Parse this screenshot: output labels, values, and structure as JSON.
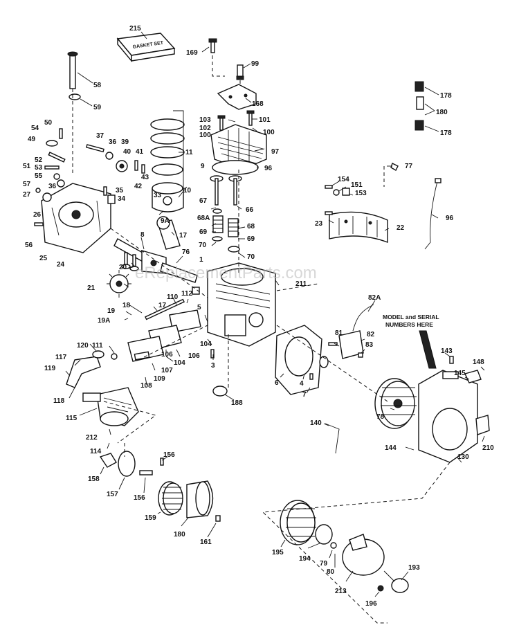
{
  "watermark": "eReplacementParts.com",
  "model_note_line1": "MODEL and SERIAL",
  "model_note_line2": "NUMBERS HERE",
  "gasket_box_text": "GASKET SET",
  "callouts": [
    {
      "id": "215",
      "text": "215"
    },
    {
      "id": "169",
      "text": "169"
    },
    {
      "id": "99",
      "text": "99"
    },
    {
      "id": "58",
      "text": "58"
    },
    {
      "id": "59",
      "text": "59"
    },
    {
      "id": "168",
      "text": "168"
    },
    {
      "id": "178a",
      "text": "178"
    },
    {
      "id": "180",
      "text": "180"
    },
    {
      "id": "178b",
      "text": "178"
    },
    {
      "id": "103",
      "text": "103"
    },
    {
      "id": "101",
      "text": "101"
    },
    {
      "id": "102",
      "text": "102"
    },
    {
      "id": "100a",
      "text": "100"
    },
    {
      "id": "100b",
      "text": "100"
    },
    {
      "id": "50",
      "text": "50"
    },
    {
      "id": "54",
      "text": "54"
    },
    {
      "id": "49",
      "text": "49"
    },
    {
      "id": "37",
      "text": "37"
    },
    {
      "id": "11",
      "text": "11"
    },
    {
      "id": "97",
      "text": "97"
    },
    {
      "id": "36a",
      "text": "36"
    },
    {
      "id": "39",
      "text": "39"
    },
    {
      "id": "40",
      "text": "40"
    },
    {
      "id": "41",
      "text": "41"
    },
    {
      "id": "52",
      "text": "52"
    },
    {
      "id": "51",
      "text": "51"
    },
    {
      "id": "53",
      "text": "53"
    },
    {
      "id": "55",
      "text": "55"
    },
    {
      "id": "43",
      "text": "43"
    },
    {
      "id": "9",
      "text": "9"
    },
    {
      "id": "96a",
      "text": "96"
    },
    {
      "id": "77",
      "text": "77"
    },
    {
      "id": "42",
      "text": "42"
    },
    {
      "id": "57",
      "text": "57"
    },
    {
      "id": "36b",
      "text": "36"
    },
    {
      "id": "35",
      "text": "35"
    },
    {
      "id": "10",
      "text": "10"
    },
    {
      "id": "154",
      "text": "154"
    },
    {
      "id": "151",
      "text": "151"
    },
    {
      "id": "153",
      "text": "153"
    },
    {
      "id": "27",
      "text": "27"
    },
    {
      "id": "26",
      "text": "26"
    },
    {
      "id": "34",
      "text": "34"
    },
    {
      "id": "33",
      "text": "33"
    },
    {
      "id": "67",
      "text": "67"
    },
    {
      "id": "66",
      "text": "66"
    },
    {
      "id": "96b",
      "text": "96"
    },
    {
      "id": "9A",
      "text": "9A"
    },
    {
      "id": "68A",
      "text": "68A"
    },
    {
      "id": "23",
      "text": "23"
    },
    {
      "id": "22",
      "text": "22"
    },
    {
      "id": "17a",
      "text": "17"
    },
    {
      "id": "69a",
      "text": "69"
    },
    {
      "id": "68",
      "text": "68"
    },
    {
      "id": "56",
      "text": "56"
    },
    {
      "id": "25",
      "text": "25"
    },
    {
      "id": "8",
      "text": "8"
    },
    {
      "id": "69b",
      "text": "69"
    },
    {
      "id": "24",
      "text": "24"
    },
    {
      "id": "70a",
      "text": "70"
    },
    {
      "id": "76",
      "text": "76"
    },
    {
      "id": "70b",
      "text": "70"
    },
    {
      "id": "1",
      "text": "1"
    },
    {
      "id": "20",
      "text": "20"
    },
    {
      "id": "211",
      "text": "211"
    },
    {
      "id": "21",
      "text": "21"
    },
    {
      "id": "112",
      "text": "112"
    },
    {
      "id": "110",
      "text": "110"
    },
    {
      "id": "18",
      "text": "18"
    },
    {
      "id": "17b",
      "text": "17"
    },
    {
      "id": "5",
      "text": "5"
    },
    {
      "id": "82A",
      "text": "82A"
    },
    {
      "id": "19",
      "text": "19"
    },
    {
      "id": "19A",
      "text": "19A"
    },
    {
      "id": "81",
      "text": "81"
    },
    {
      "id": "82",
      "text": "82"
    },
    {
      "id": "120",
      "text": "120"
    },
    {
      "id": "111",
      "text": "111"
    },
    {
      "id": "104a",
      "text": "104"
    },
    {
      "id": "83",
      "text": "83"
    },
    {
      "id": "143",
      "text": "143"
    },
    {
      "id": "117",
      "text": "117"
    },
    {
      "id": "106a",
      "text": "106"
    },
    {
      "id": "104b",
      "text": "104"
    },
    {
      "id": "106b",
      "text": "106"
    },
    {
      "id": "148",
      "text": "148"
    },
    {
      "id": "145",
      "text": "145"
    },
    {
      "id": "119",
      "text": "119"
    },
    {
      "id": "107",
      "text": "107"
    },
    {
      "id": "3",
      "text": "3"
    },
    {
      "id": "109",
      "text": "109"
    },
    {
      "id": "6",
      "text": "6"
    },
    {
      "id": "4",
      "text": "4"
    },
    {
      "id": "108",
      "text": "108"
    },
    {
      "id": "7",
      "text": "7"
    },
    {
      "id": "118",
      "text": "118"
    },
    {
      "id": "188",
      "text": "188"
    },
    {
      "id": "78",
      "text": "78"
    },
    {
      "id": "115",
      "text": "115"
    },
    {
      "id": "140",
      "text": "140"
    },
    {
      "id": "210",
      "text": "210"
    },
    {
      "id": "212",
      "text": "212"
    },
    {
      "id": "144",
      "text": "144"
    },
    {
      "id": "130",
      "text": "130"
    },
    {
      "id": "114",
      "text": "114"
    },
    {
      "id": "156a",
      "text": "156"
    },
    {
      "id": "158",
      "text": "158"
    },
    {
      "id": "157",
      "text": "157"
    },
    {
      "id": "156b",
      "text": "156"
    },
    {
      "id": "159",
      "text": "159"
    },
    {
      "id": "180b",
      "text": "180"
    },
    {
      "id": "161",
      "text": "161"
    },
    {
      "id": "195",
      "text": "195"
    },
    {
      "id": "194",
      "text": "194"
    },
    {
      "id": "79",
      "text": "79"
    },
    {
      "id": "80",
      "text": "80"
    },
    {
      "id": "193",
      "text": "193"
    },
    {
      "id": "213",
      "text": "213"
    },
    {
      "id": "196",
      "text": "196"
    }
  ]
}
